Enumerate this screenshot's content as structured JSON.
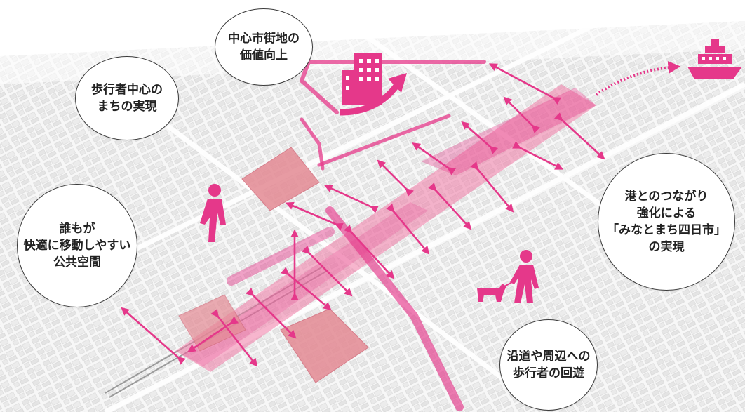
{
  "bubbles": {
    "center_value": "中心市街地の\n価値向上",
    "pedestrian": "歩行者中心の\nまちの実現",
    "public_space": "誰もが\n快適に移動しやすい\n公共空間",
    "port": "港とのつながり\n強化による\n「みなとまち四日市」\nの実現",
    "roadside": "沿道や周辺への\n歩行者の回遊"
  },
  "icons": [
    "building-growth-icon",
    "ship-icon",
    "pedestrian-icon",
    "dog-walker-icon"
  ],
  "colors": {
    "accent": "#e5388a",
    "highlight": "#f07aa6",
    "block_fill": "#e48a94",
    "map_background": "#f3f3f3"
  }
}
